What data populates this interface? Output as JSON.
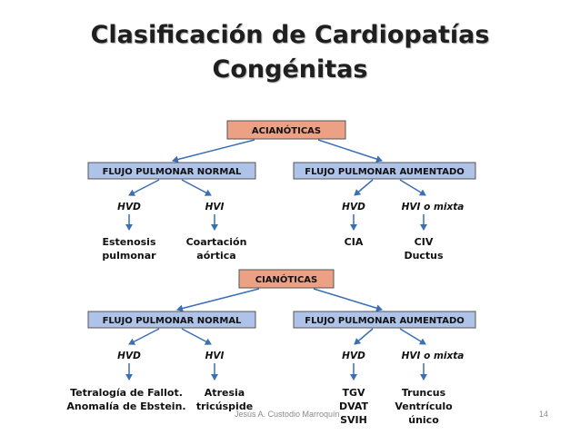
{
  "title_line1": "Clasificación de Cardiopatías",
  "title_line2": "Congénitas",
  "colors": {
    "category_box": "#eca184",
    "flow_box": "#aec3e7",
    "arrow": "#3a6fb6",
    "text": "#111111"
  },
  "groups": [
    {
      "category": "ACIANÓTICAS",
      "flows": [
        {
          "label": "FLUJO PULMONAR NORMAL",
          "branches": [
            {
              "label": "HVD",
              "conditions": [
                "Estenosis",
                "pulmonar"
              ]
            },
            {
              "label": "HVI",
              "conditions": [
                "Coartación",
                "aórtica"
              ]
            }
          ]
        },
        {
          "label": "FLUJO PULMONAR AUMENTADO",
          "branches": [
            {
              "label": "HVD",
              "conditions": [
                "CIA"
              ]
            },
            {
              "label": "HVI o mixta",
              "conditions": [
                "CIV",
                "Ductus"
              ]
            }
          ]
        }
      ]
    },
    {
      "category": "CIANÓTICAS",
      "flows": [
        {
          "label": "FLUJO PULMONAR NORMAL",
          "branches": [
            {
              "label": "HVD",
              "conditions": [
                "Tetralogía de Fallot.",
                "Anomalía de Ebstein."
              ]
            },
            {
              "label": "HVI",
              "conditions": [
                "Atresia",
                "tricúspide"
              ]
            }
          ]
        },
        {
          "label": "FLUJO PULMONAR AUMENTADO",
          "branches": [
            {
              "label": "HVD",
              "conditions": [
                "TGV",
                "DVAT",
                "SVIH"
              ]
            },
            {
              "label": "HVI o mixta",
              "conditions": [
                "Truncus",
                "Ventrículo",
                "único"
              ]
            }
          ]
        }
      ]
    }
  ],
  "footer": {
    "author": "Jesús A. Custodio Marroquín",
    "page_number": "14"
  }
}
